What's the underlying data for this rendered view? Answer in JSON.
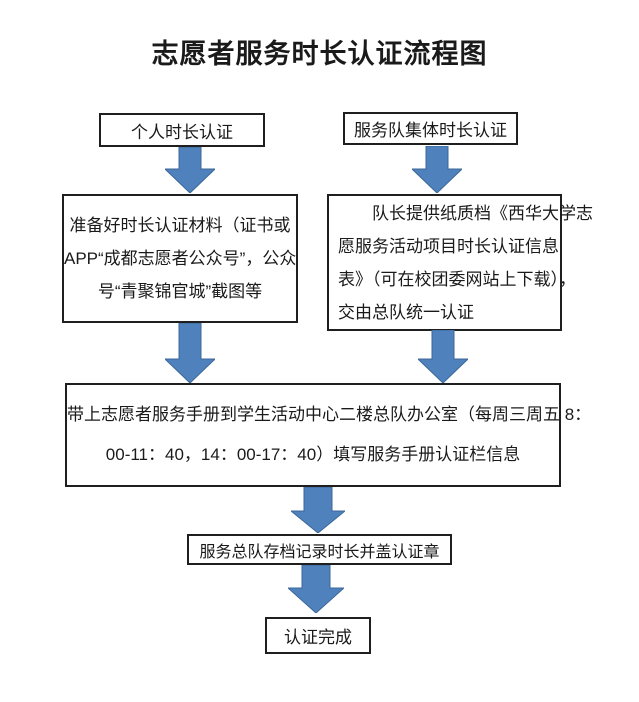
{
  "title": "志愿者服务时长认证流程图",
  "flow": {
    "left_branch": {
      "header": "个人时长认证",
      "step_lines": [
        "准备好时长认证材料（证书或",
        "APP“成都志愿者公众号”，公众",
        "号“青聚锦官城”截图等"
      ]
    },
    "right_branch": {
      "header": "服务队集体时长认证",
      "step_lines": [
        "队长提供纸质档《西华大学志",
        "愿服务活动项目时长认证信息",
        "表》（可在校团委网站上下载），",
        "交由总队统一认证"
      ]
    },
    "merged_step_lines": [
      "带上志愿者服务手册到学生活动中心二楼总队办公室（每周三周五 8：",
      "00-11：40，14：00-17：40）填写服务手册认证栏信息"
    ],
    "archive_step": "服务总队存档记录时长并盖认证章",
    "final_step": "认证完成"
  },
  "icons": {
    "down_arrow": "down-arrow-icon",
    "down_arrow_count": 6
  },
  "colors": {
    "arrow_fill": "#4f81bd",
    "arrow_outline": "#3c6898",
    "box_border": "#1f1f1f",
    "background": "#ffffff",
    "text": "#1a1a1a"
  }
}
